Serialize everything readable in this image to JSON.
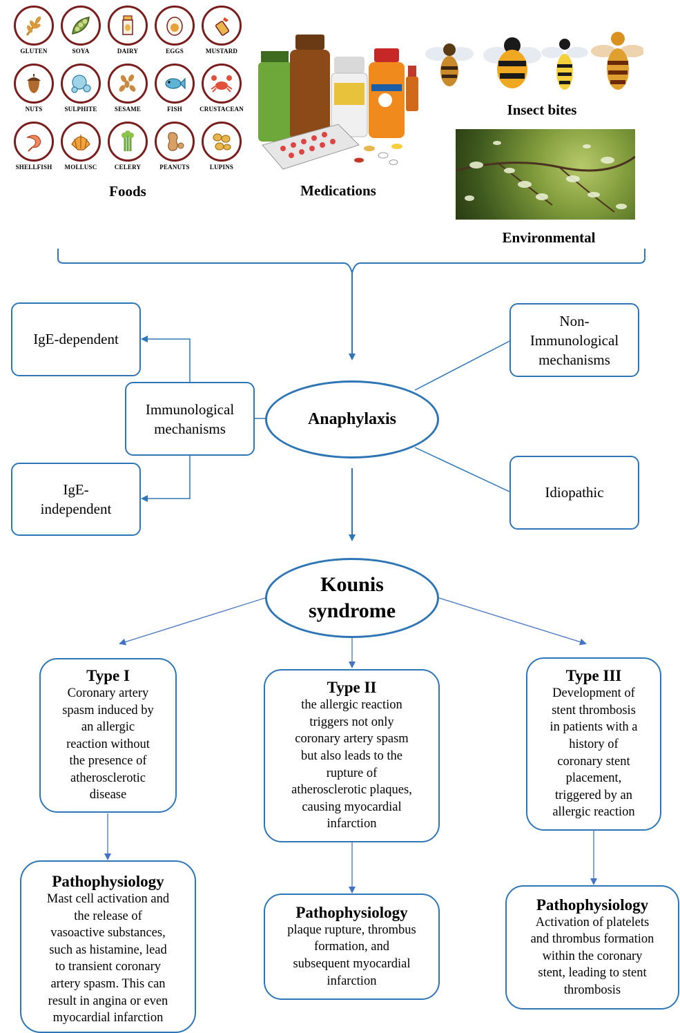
{
  "triggers": {
    "foods_caption": "Foods",
    "medications_caption": "Medications",
    "insects_caption": "Insect bites",
    "environmental_caption": "Environmental",
    "food_items": [
      {
        "label": "GLUTEN",
        "icon": "wheat-icon"
      },
      {
        "label": "SOYA",
        "icon": "soy-pod-icon"
      },
      {
        "label": "DAIRY",
        "icon": "milk-bottle-icon"
      },
      {
        "label": "EGGS",
        "icon": "egg-icon"
      },
      {
        "label": "MUSTARD",
        "icon": "mustard-bottle-icon"
      },
      {
        "label": "NUTS",
        "icon": "acorn-icon"
      },
      {
        "label": "SULPHITE",
        "icon": "sulphite-molecule-icon"
      },
      {
        "label": "SESAME",
        "icon": "sesame-seeds-icon"
      },
      {
        "label": "FISH",
        "icon": "fish-icon"
      },
      {
        "label": "CRUSTACEAN",
        "icon": "crab-icon"
      },
      {
        "label": "SHELLFISH",
        "icon": "shrimp-icon"
      },
      {
        "label": "MOLLUSC",
        "icon": "scallop-shell-icon"
      },
      {
        "label": "CELERY",
        "icon": "celery-icon"
      },
      {
        "label": "PEANUTS",
        "icon": "peanut-icon"
      },
      {
        "label": "LUPINS",
        "icon": "lupin-beans-icon"
      }
    ]
  },
  "anaphylaxis": {
    "center": "Anaphylaxis",
    "immunological": "Immunological mechanisms",
    "ige_dependent": "IgE-dependent",
    "ige_independent_line1": "IgE-",
    "ige_independent_line2": "independent",
    "non_immunological_line1": "Non-",
    "non_immunological_line2": "Immunological",
    "non_immunological_line3": "mechanisms",
    "idiopathic": "Idiopathic"
  },
  "kounis": {
    "line1": "Kounis",
    "line2": "syndrome"
  },
  "types": [
    {
      "title": "Type I",
      "lines": [
        "Coronary artery",
        "spasm induced by",
        "an allergic",
        "reaction without",
        "the presence of",
        "atherosclerotic",
        "disease"
      ],
      "patho_title": "Pathophysiology",
      "patho_lines": [
        "Mast cell activation and",
        "the release of",
        "vasoactive substances,",
        "such as histamine,  lead",
        "to transient coronary",
        "artery spasm. This can",
        "result in angina or even",
        "myocardial infarction"
      ]
    },
    {
      "title": "Type II",
      "lines": [
        "the allergic reaction",
        "triggers not only",
        "coronary artery spasm",
        "but also leads to the",
        "rupture of",
        "atherosclerotic plaques,",
        "causing myocardial",
        "infarction"
      ],
      "patho_title": "Pathophysiology",
      "patho_lines": [
        "plaque rupture, thrombus",
        "formation, and",
        "subsequent myocardial",
        "infarction"
      ]
    },
    {
      "title": "Type III",
      "lines": [
        "Development of",
        "stent thrombosis",
        "in patients with a",
        "history of",
        "coronary stent",
        "placement,",
        "triggered by an",
        "allergic reaction"
      ],
      "patho_title": "Pathophysiology",
      "patho_lines": [
        "Activation of platelets",
        "and thrombus formation",
        "within the coronary",
        "stent, leading to stent",
        "thrombosis"
      ]
    }
  ],
  "colors": {
    "accent_blue": "#2e75b6",
    "icon_ring": "#7a1d1d"
  }
}
